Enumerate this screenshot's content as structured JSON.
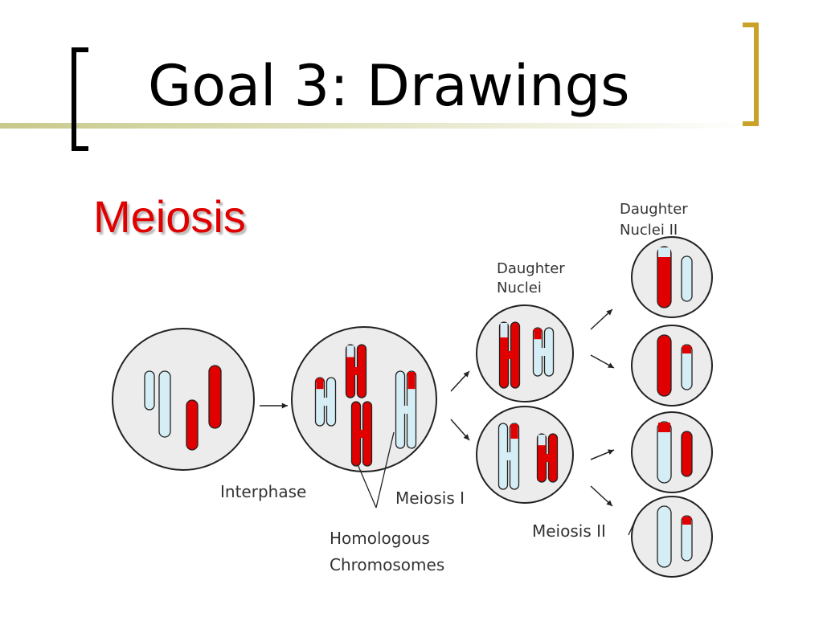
{
  "slide": {
    "title": "Goal 3: Drawings",
    "subtitle": "Meiosis"
  },
  "diagram": {
    "labels": {
      "interphase": "Interphase",
      "meiosis_1": "Meiosis I",
      "homologous_line1": "Homologous",
      "homologous_line2": "Chromosomes",
      "daughter_nuclei_line1": "Daughter",
      "daughter_nuclei_line2": "Nuclei",
      "daughter_nuclei_ii_line1": "Daughter",
      "daughter_nuclei_ii_line2": "Nuclei II",
      "meiosis_2": "Meiosis II"
    }
  },
  "colors": {
    "title_bar_gradient": [
      "#c7c98a",
      "#ffffff"
    ],
    "bracket_left": "#000000",
    "bracket_right": "#c9a227",
    "subtitle": "#e00000",
    "chromosome_red": "#e00000",
    "chromosome_blue": "#d5eef5",
    "cell_fill": "#ececec"
  }
}
